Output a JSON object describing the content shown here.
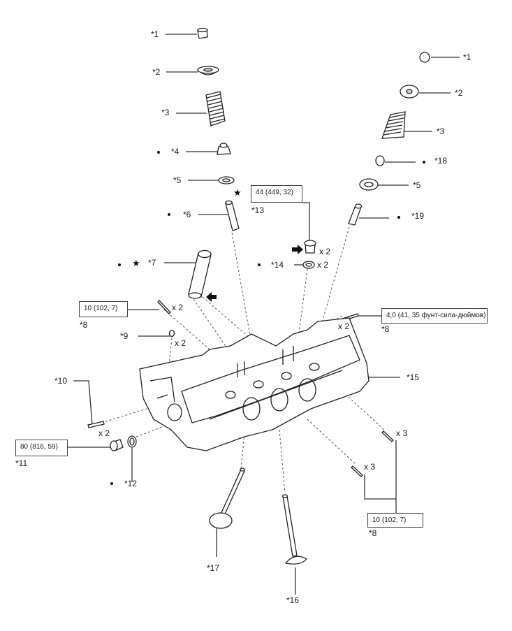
{
  "diagram": {
    "subject": "Cylinder head exploded view",
    "callouts": [
      {
        "id": "c1a",
        "text": "*1"
      },
      {
        "id": "c2a",
        "text": "*2"
      },
      {
        "id": "c3a",
        "text": "*3"
      },
      {
        "id": "c4",
        "text": "*4"
      },
      {
        "id": "c5a",
        "text": "*5"
      },
      {
        "id": "c6",
        "text": "*6"
      },
      {
        "id": "c7",
        "text": "*7"
      },
      {
        "id": "c8a",
        "text": "*8"
      },
      {
        "id": "c8b",
        "text": "*8"
      },
      {
        "id": "c8c",
        "text": "*8"
      },
      {
        "id": "c9",
        "text": "*9"
      },
      {
        "id": "c10",
        "text": "*10"
      },
      {
        "id": "c11",
        "text": "*11"
      },
      {
        "id": "c12",
        "text": "*12"
      },
      {
        "id": "c13",
        "text": "*13"
      },
      {
        "id": "c14",
        "text": "*14"
      },
      {
        "id": "c15",
        "text": "*15"
      },
      {
        "id": "c16",
        "text": "*16"
      },
      {
        "id": "c17",
        "text": "*17"
      },
      {
        "id": "c1b",
        "text": "*1"
      },
      {
        "id": "c2b",
        "text": "*2"
      },
      {
        "id": "c3b",
        "text": "*3"
      },
      {
        "id": "c18",
        "text": "*18"
      },
      {
        "id": "c5b",
        "text": "*5"
      },
      {
        "id": "c19",
        "text": "*19"
      }
    ],
    "torque_specs": {
      "t13": "44 (449, 32)",
      "t8_left": "10 (102, 7)",
      "t8_right": "4,0 (41, 35 фунт-сила-дюймов)",
      "t11": "80 (816, 59)",
      "t8_bottom": "10 (102, 7)"
    },
    "quantities": {
      "q13": "x 2",
      "q14": "x 2",
      "q8_left": "x 2",
      "q9": "x 2",
      "q8_right": "x 2",
      "q10": "x 2",
      "q8_b1": "x 3",
      "q8_b2": "x 3"
    },
    "legend_symbols": {
      "non_reusable": "dot",
      "precoated_or_special": "star",
      "direction_arrow": "arrow"
    }
  }
}
